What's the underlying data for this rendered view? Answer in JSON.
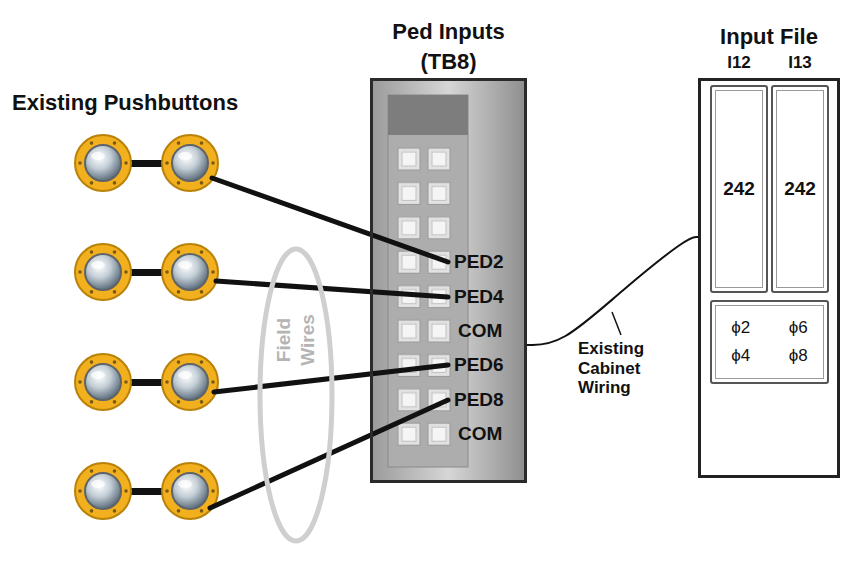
{
  "diagram": {
    "nodes": [
      {
        "text": [
          "Field Wires"
        ]
      },
      {
        "text": [
          "Ped Inputs (TB8)"
        ]
      },
      {
        "text": [
          "Input File"
        ]
      },
      {
        "text": [
          "I12",
          "242"
        ],
        "in": 2
      },
      {
        "text": [
          "I13",
          "242"
        ],
        "in": 2
      },
      {
        "text": [
          "ϕ2",
          "ϕ6",
          "ϕ4",
          "ϕ8"
        ],
        "in": 2
      }
    ],
    "edges": [
      {
        "from": 1,
        "to": 2,
        "arrow": "none"
      }
    ],
    "labels": [
      "Existing Pushbuttons",
      "PED2",
      "PED4",
      "COM",
      "PED6",
      "PED8",
      "COM",
      "Existing Cabinet Wiring"
    ]
  }
}
